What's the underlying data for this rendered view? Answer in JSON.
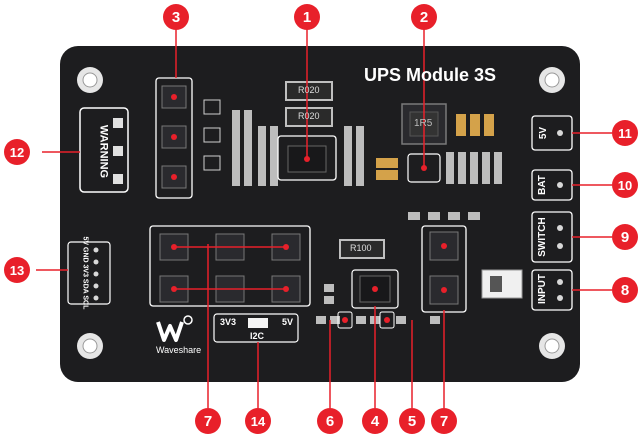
{
  "board": {
    "title": "UPS Module 3S",
    "brand": "Waveshare",
    "warning": "WARNING",
    "pin_header_labels": "5V GND 3V3 SDA SCL",
    "labels": {
      "v5_right": "5V",
      "bat": "BAT",
      "switch": "SWITCH",
      "input": "INPUT",
      "i2c": "I2C",
      "i2c_3v3": "3V3",
      "i2c_5v": "5V"
    },
    "components": {
      "inductor": "1R5",
      "resistor_top1": "R020",
      "resistor_top2": "R020",
      "resistor_mid": "R100"
    }
  },
  "callouts": [
    "1",
    "2",
    "3",
    "4",
    "5",
    "6",
    "7",
    "7",
    "8",
    "9",
    "10",
    "11",
    "12",
    "13",
    "14"
  ],
  "colors": {
    "board": "#1d1d1f",
    "callout": "#e8202a",
    "silkscreen": "#ffffff",
    "chip": "#222226",
    "resistor": "#2a2a2a",
    "gold": "#d4a24a"
  }
}
